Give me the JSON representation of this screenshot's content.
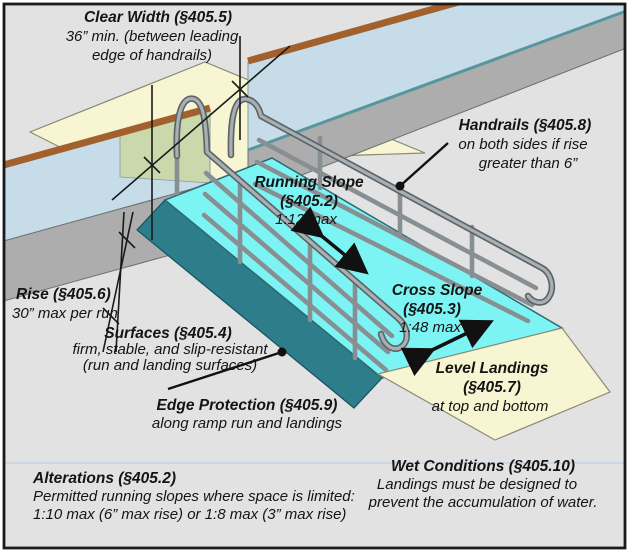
{
  "figure": {
    "title_semantic": "Accessible Ramp Requirements Diagram",
    "colors": {
      "background": "#e2e2e2",
      "ramp_surface": "#7df4f4",
      "edge_curb": "#2e7d8a",
      "landing": "#f8f5d2",
      "deck_glass": "#c6dde9",
      "deck_glass_tinted": "#c9d9ab",
      "deck_cap": "#a2602c",
      "deck_fascia": "#adadad",
      "divider_line": "#ccd7e4",
      "annotation": "#141414"
    },
    "labels": {
      "clear_width": {
        "title": "Clear Width (§405.5)",
        "line1": "36” min. (between leading",
        "line2": "edge of handrails)"
      },
      "handrails": {
        "title": "Handrails (§405.8)",
        "line1": "on both sides if rise",
        "line2": "greater than 6”"
      },
      "running_slope": {
        "title": "Running Slope",
        "title2": "(§405.2)",
        "line1": "1:12 max"
      },
      "cross_slope": {
        "title": "Cross Slope",
        "title2": "(§405.3)",
        "line1": "1:48 max"
      },
      "level_landings": {
        "title": "Level Landings",
        "title2": "(§405.7)",
        "line1": "at top and bottom"
      },
      "rise": {
        "title": "Rise (§405.6)",
        "line1": "30” max per run"
      },
      "surfaces": {
        "title": "Surfaces (§405.4)",
        "line1": "firm, stable, and slip-resistant",
        "line2": "(run and landing surfaces)"
      },
      "edge_protection": {
        "title": "Edge Protection (§405.9)",
        "line1": "along ramp run and landings"
      },
      "alterations": {
        "title": "Alterations (§405.2)",
        "line1": "Permitted running slopes where space is limited:",
        "line2": "1:10 max (6” max rise) or 1:8 max (3” max rise)"
      },
      "wet_conditions": {
        "title": "Wet Conditions (§405.10)",
        "line1": "Landings must be designed to",
        "line2": "prevent the accumulation of water."
      }
    }
  }
}
